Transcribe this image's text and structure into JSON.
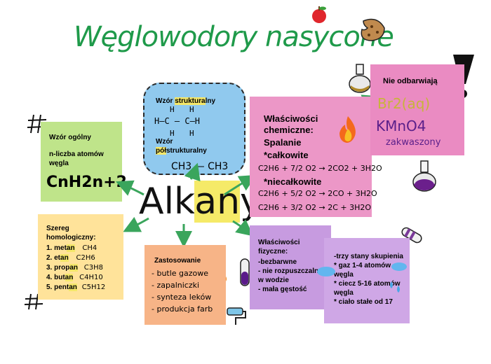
{
  "title": "Węglowodory nasycone",
  "center": {
    "pre": "Alk",
    "hl": "an",
    "post": "y"
  },
  "wzor_ogolny": {
    "header": "Wzór ogólny",
    "desc": "n-liczba atomów węgla",
    "formula": "CnH2n+2"
  },
  "wzor_strukturalny": {
    "label_pre": "Wzór ",
    "label_hl": "struktura",
    "label_post": "lny",
    "half_pre": "Wzór",
    "half_hl": "pół",
    "half_post": "strukturalny",
    "half_formula": "CH3 — CH3"
  },
  "wlasciwosci_chemiczne": {
    "h1": "Właściwości chemiczne:",
    "h2": "Spalanie",
    "h3": "*całkowite",
    "h4": "*niecałkowite",
    "eq1": "C2H6 + 7/2 O2 → 2CO2 + 3H2O",
    "eq2": "C2H6 + 5/2 O2 → 2CO + 3H2O",
    "eq3": "C2H6 + 3/2 O2 → 2C + 3H2O"
  },
  "nie_odbarwiaja": {
    "title": "Nie odbarwiają",
    "br": "Br2(aq)",
    "kmno": "KMnO4",
    "zakw": "zakwaszony"
  },
  "szereg": {
    "title": "Szereg homologiczny:",
    "items": [
      {
        "n": "1. met",
        "hl": "an",
        "f": "CH4"
      },
      {
        "n": "2. et",
        "hl": "an",
        "f": "C2H6"
      },
      {
        "n": "3. prop",
        "hl": "an",
        "f": "C3H8"
      },
      {
        "n": "4. but",
        "hl": "an",
        "f": "C4H10"
      },
      {
        "n": "5. pent",
        "hl": "an",
        "f": "C5H12"
      }
    ]
  },
  "zastosowanie": {
    "title": "Zastosowanie",
    "items": [
      "- butle gazowe",
      "- zapalniczki",
      "- synteza leków",
      "- produkcja farb"
    ]
  },
  "fizyczne": {
    "title": "Właściwości fizyczne:",
    "items": [
      "-bezbarwne",
      "- nie rozpuszczalne w wodzie",
      "- mała gęstość"
    ]
  },
  "stany": {
    "items": [
      "-trzy stany skupienia",
      "* gaz 1-4 atomów węgla",
      "* ciecz 5-16 atomów węgla",
      "* ciało stałe od 17"
    ]
  },
  "colors": {
    "green": "#1f9a4a",
    "arrow": "#3aa55c"
  }
}
